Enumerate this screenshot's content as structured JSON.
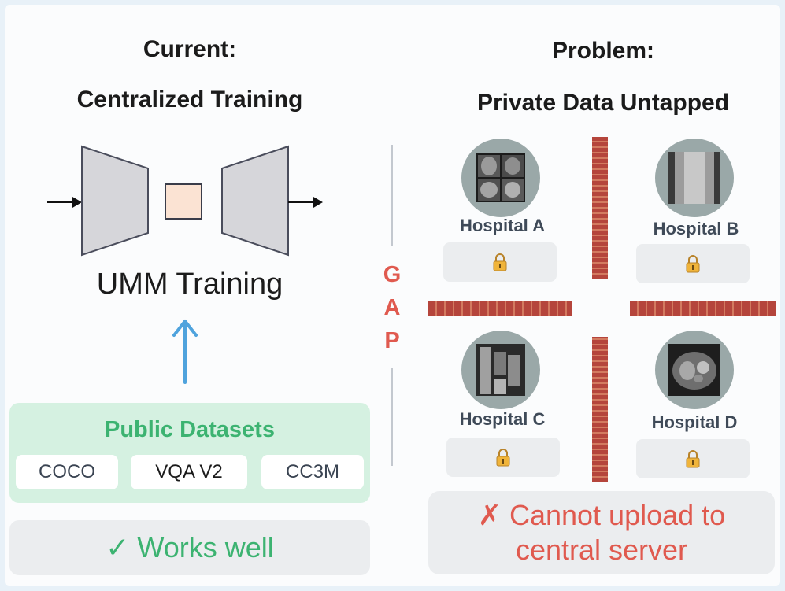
{
  "left": {
    "heading_line1": "Current:",
    "heading_line2": "Centralized Training",
    "model_label": "UMM Training",
    "public": {
      "title": "Public Datasets",
      "datasets": [
        "COCO",
        "VQA V2",
        "CC3M"
      ]
    },
    "result": "✓ Works well"
  },
  "divider": {
    "letters": [
      "G",
      "A",
      "P"
    ]
  },
  "right": {
    "heading_line1": "Problem:",
    "heading_line2": "Private Data Untapped",
    "hospitals": [
      "Hospital A",
      "Hospital B",
      "Hospital C",
      "Hospital D"
    ],
    "result_line1": "✗ Cannot upload to",
    "result_line2": "central server"
  },
  "colors": {
    "public_green": "#3cb371",
    "gap_red": "#e05a4f",
    "arrow_blue": "#4fa3dd",
    "encoder_gray": "#d6d6da",
    "latent_peach": "#fbe3d3"
  },
  "icons": [
    "arrow-right-icon",
    "arrow-up-icon",
    "lock-icon"
  ]
}
